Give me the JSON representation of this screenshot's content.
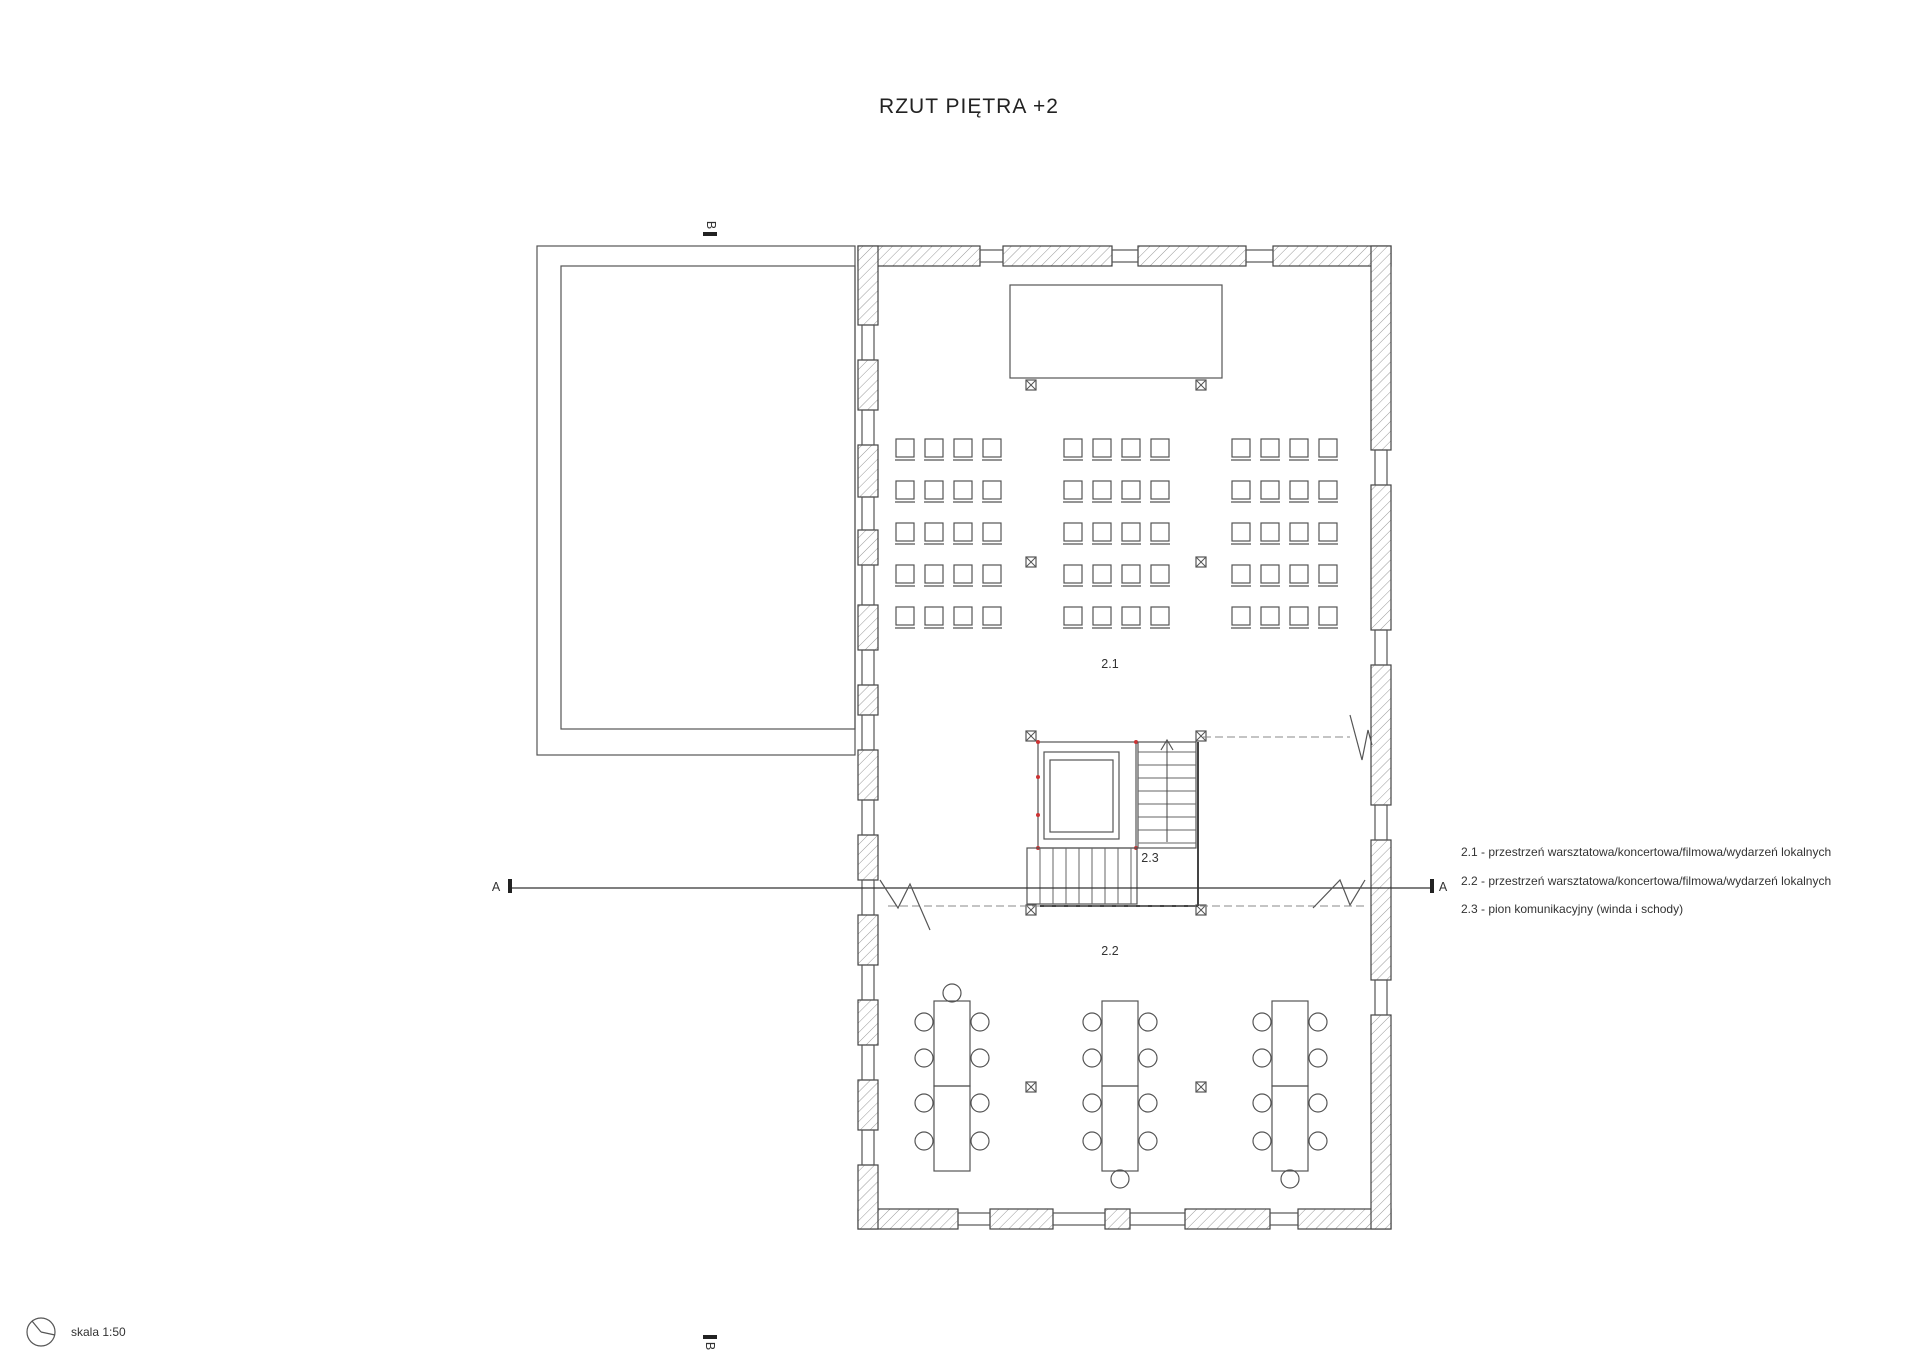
{
  "title": "RZUT PIĘTRA +2",
  "rooms": [
    {
      "id": "2.1",
      "label": "2.1"
    },
    {
      "id": "2.2",
      "label": "2.2"
    },
    {
      "id": "2.3",
      "label": "2.3"
    }
  ],
  "legend": [
    "2.1 - przestrzeń warsztatowa/koncertowa/filmowa/wydarzeń lokalnych",
    "2.2 - przestrzeń warsztatowa/koncertowa/filmowa/wydarzeń lokalnych",
    "2.3 - pion komunikacyjny (winda i schody)"
  ],
  "section_marks": {
    "a_left": "A",
    "a_right": "A",
    "b_top": "B",
    "b_bottom": "B"
  },
  "scale": "skala 1:50",
  "icons": [
    "north-arrow-icon",
    "column-icon",
    "chair-icon",
    "stool-icon",
    "table-icon",
    "stair-icon",
    "elevator-icon"
  ]
}
